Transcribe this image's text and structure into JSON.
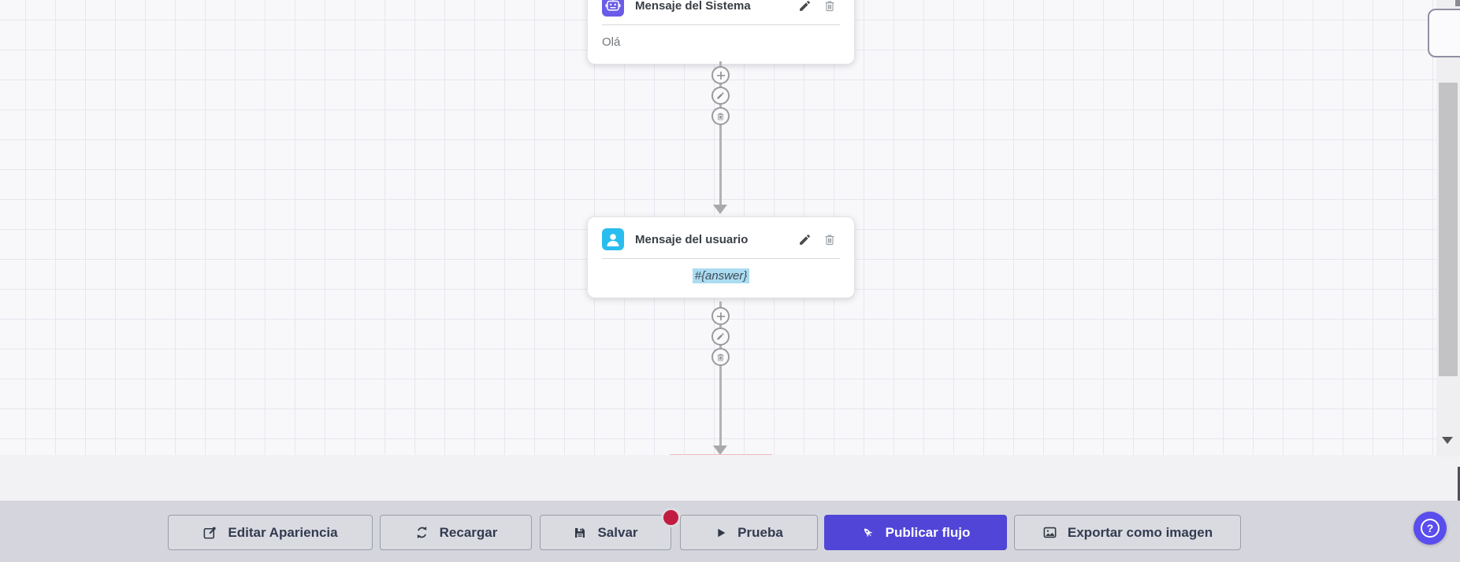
{
  "nodes": [
    {
      "title": "Mensaje del Sistema",
      "content": "Olá",
      "icon": "robot-icon",
      "icon_color": "#6a5ce8"
    },
    {
      "title": "Mensaje del usuario",
      "content": "#{answer}",
      "icon": "user-icon",
      "icon_color": "#29bdef",
      "content_highlight_color": "#abdcf2"
    }
  ],
  "connector_actions": {
    "add": "add-node",
    "edit": "edit-connection",
    "delete": "delete-connection"
  },
  "toolbar": {
    "buttons": [
      {
        "label": "Editar Apariencia",
        "icon": "edit-square-icon"
      },
      {
        "label": "Recargar",
        "icon": "refresh-icon"
      },
      {
        "label": "Salvar",
        "icon": "save-icon",
        "has_badge": true,
        "badge_color": "#c21b41"
      },
      {
        "label": "Prueba",
        "icon": "play-icon"
      },
      {
        "label": "Publicar flujo",
        "icon": "rocket-icon",
        "primary": true,
        "background": "#5145d8"
      },
      {
        "label": "Exportar como imagen",
        "icon": "image-icon"
      }
    ]
  },
  "help_button": {
    "question_mark": "?",
    "background": "#5a4ded"
  },
  "colors": {
    "canvas_background": "#f8f8fa",
    "grid_line": "#e6e7ef",
    "toolbar_background": "#d5d6dd",
    "accent_indigo": "#5145d8",
    "badge_red": "#c21b41",
    "user_highlight_blue": "#abdcf2"
  }
}
